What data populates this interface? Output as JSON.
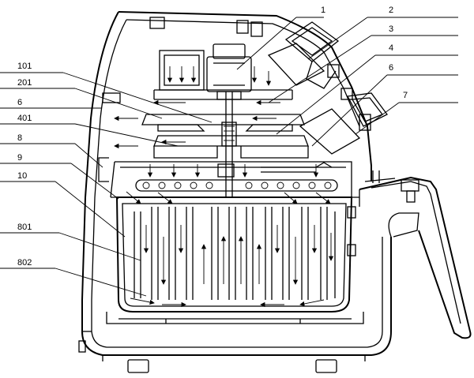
{
  "labels_right": [
    "1",
    "2",
    "3",
    "4",
    "6",
    "7"
  ],
  "labels_left": [
    "101",
    "201",
    "6",
    "401",
    "8",
    "9",
    "10",
    "801",
    "802"
  ]
}
